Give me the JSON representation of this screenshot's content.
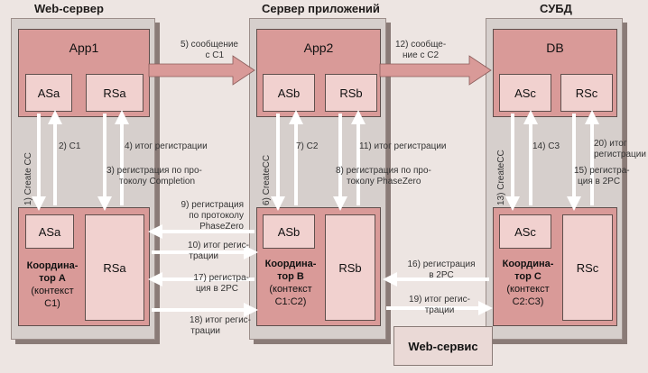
{
  "columns": {
    "web_server": "Web-сервер",
    "app_server": "Сервер приложений",
    "dbms": "СУБД"
  },
  "apps": {
    "app1": "App1",
    "app2": "App2",
    "db": "DB"
  },
  "subs": {
    "asa": "ASa",
    "rsa": "RSa",
    "asb": "ASb",
    "rsb": "RSb",
    "asc": "ASc",
    "rsc": "RSc"
  },
  "coordinators": {
    "a": {
      "title1": "Координа-",
      "title2": "тор А",
      "ctx1": "(контекст",
      "ctx2": "С1)"
    },
    "b": {
      "title1": "Координа-",
      "title2": "тор В",
      "ctx1": "(контекст",
      "ctx2": "С1:С2)"
    },
    "c": {
      "title1": "Координа-",
      "title2": "тор С",
      "ctx1": "(контекст",
      "ctx2": "С2:С3)"
    }
  },
  "web_service": "Web-сервис",
  "steps": {
    "s1": "1) Create CC",
    "s2": "2) C1",
    "s3a": "3) регистрация по про-",
    "s3b": "токолу Completion",
    "s4": "4) итог регистрации",
    "s5a": "5) сообщение",
    "s5b": "с C1",
    "s6": "6) CreateCC",
    "s7": "7) C2",
    "s8a": "8) регистрация по про-",
    "s8b": "токолу PhaseZero",
    "s9a": "9) регистрация",
    "s9b": "по протоколу",
    "s9c": "PhaseZero",
    "s10a": "10) итог регис-",
    "s10b": "трации",
    "s11": "11) итог регистрации",
    "s12a": "12) сообще-",
    "s12b": "ние с C2",
    "s13": "13) CreateCC",
    "s14": "14) C3",
    "s15a": "15) регистра-",
    "s15b": "ция в 2PC",
    "s16a": "16) регистрация",
    "s16b": "в 2PC",
    "s17a": "17) регистра-",
    "s17b": "ция в 2PC",
    "s18a": "18) итог регис-",
    "s18b": "трации",
    "s19a": "19) итог регис-",
    "s19b": "трации",
    "s20a": "20) итог",
    "s20b": "регистрации"
  }
}
